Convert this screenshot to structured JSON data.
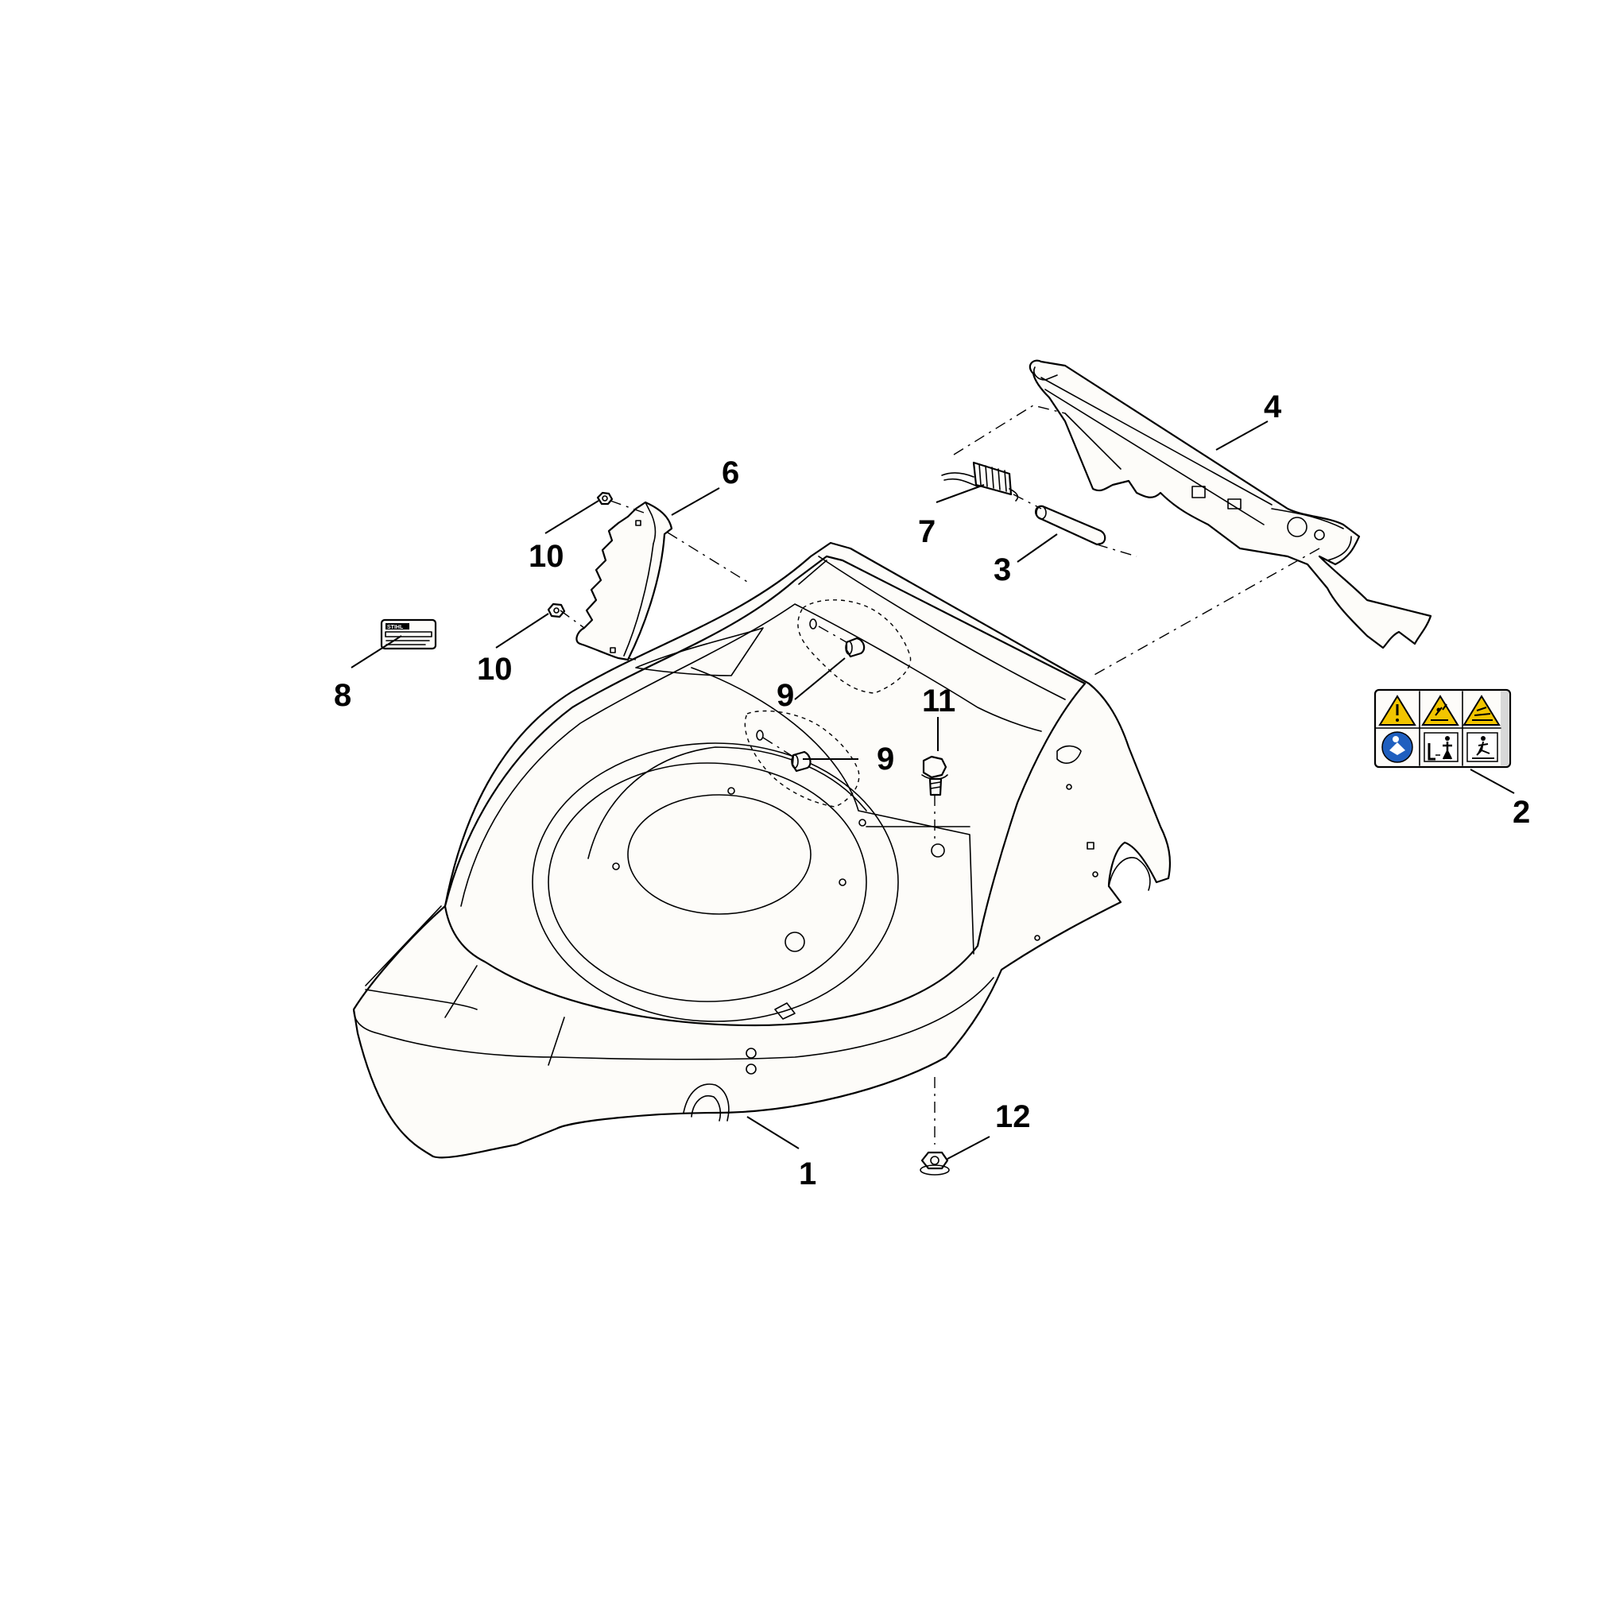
{
  "callouts": {
    "c1": "1",
    "c2": "2",
    "c3": "3",
    "c4": "4",
    "c6": "6",
    "c7": "7",
    "c8": "8",
    "c9a": "9",
    "c9b": "9",
    "c10a": "10",
    "c10b": "10",
    "c11": "11",
    "c12": "12"
  },
  "colors": {
    "line": "#000000",
    "background": "#ffffff",
    "part_fill": "#fdfcf9",
    "warning_yellow": "#f2c500",
    "mandatory_blue": "#1f5fbf"
  },
  "icons": [
    "warning-triangle-icon",
    "thrown-objects-warning-icon",
    "blade-hazard-warning-icon",
    "read-manual-icon",
    "keep-distance-icon",
    "disconnect-before-maintenance-icon"
  ]
}
